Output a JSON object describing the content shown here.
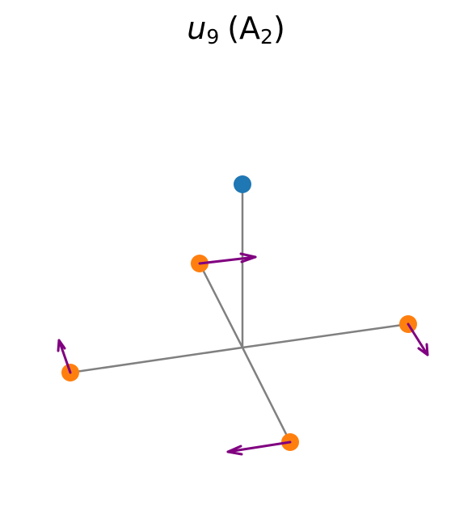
{
  "title": {
    "main": "u",
    "main_subscript": "9",
    "open_paren": "(",
    "label": "A",
    "label_subscript": "2",
    "close_paren": ")"
  },
  "colors": {
    "bond": "#808080",
    "center_atom": "#1f77b4",
    "ligand_atom": "#ff7f0e",
    "displacement_arrow": "#800080",
    "background": "#ffffff"
  },
  "atoms": [
    {
      "id": "axial",
      "role": "center_atom"
    },
    {
      "id": "upper-left",
      "role": "ligand_atom"
    },
    {
      "id": "right",
      "role": "ligand_atom"
    },
    {
      "id": "left",
      "role": "ligand_atom"
    },
    {
      "id": "bottom",
      "role": "ligand_atom"
    }
  ],
  "bonds": [
    {
      "from": "hub",
      "to": "axial"
    },
    {
      "from": "hub",
      "to": "upper-left"
    },
    {
      "from": "hub",
      "to": "right"
    },
    {
      "from": "hub",
      "to": "left"
    },
    {
      "from": "hub",
      "to": "bottom"
    }
  ],
  "displacement_arrows": [
    {
      "on": "upper-left"
    },
    {
      "on": "right"
    },
    {
      "on": "left"
    },
    {
      "on": "bottom"
    }
  ]
}
